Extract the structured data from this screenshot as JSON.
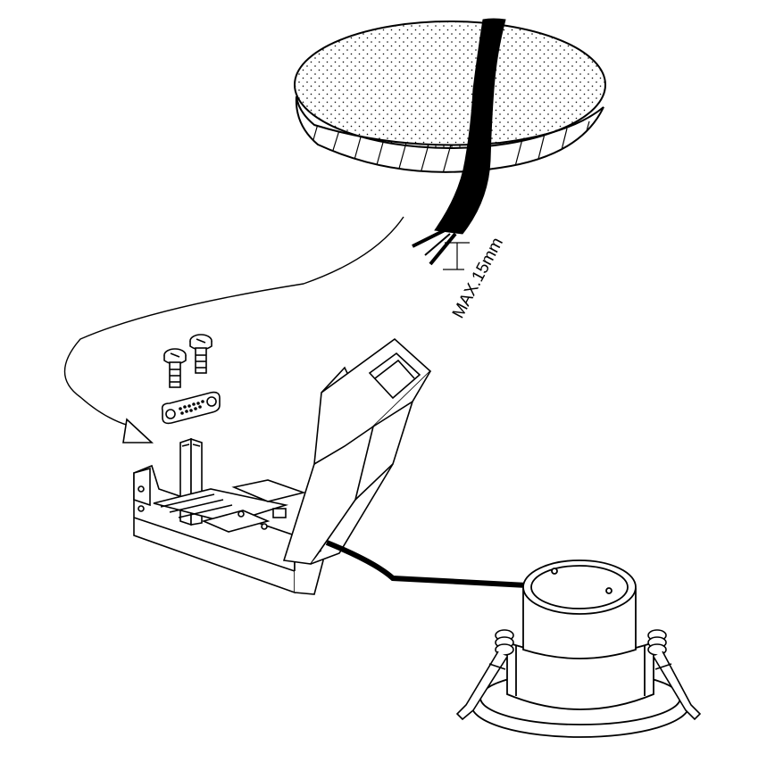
{
  "diagram": {
    "dimension_label": "MAX.15mm",
    "colors": {
      "line": "#000000",
      "fill": "#ffffff",
      "cable": "#000000",
      "hatch": "#000000"
    },
    "parts": [
      "ceiling-cutout",
      "supply-cable",
      "wire-strip-dimension",
      "insertion-arrow",
      "terminal-screws",
      "cable-clamp",
      "junction-box",
      "junction-box-lid",
      "connection-cable",
      "downlight-fixture",
      "spring-clips"
    ]
  }
}
